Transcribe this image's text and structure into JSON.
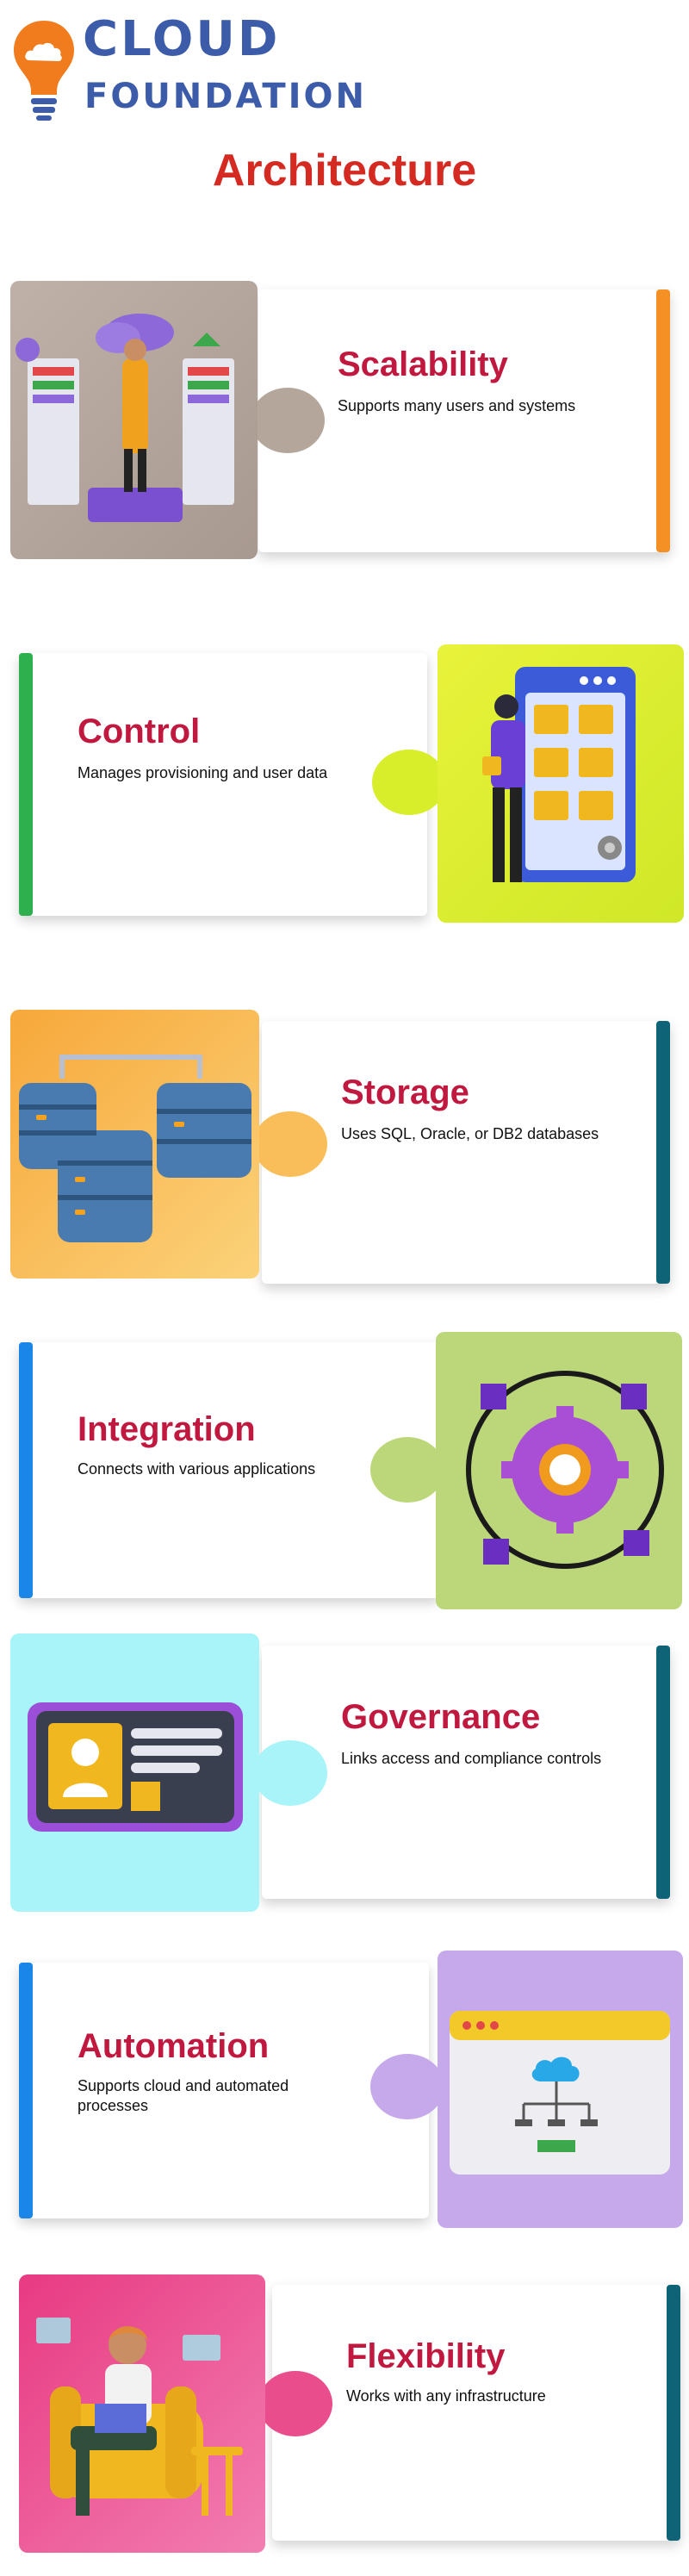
{
  "brand": {
    "line1": "CLOUD",
    "line2": "FOUNDATION",
    "color": "#3c5ba8",
    "bulb_color": "#f07c1e"
  },
  "title": "Architecture",
  "title_color": "#d42a22",
  "items": [
    {
      "title": "Scalability",
      "description": "Supports many users and systems",
      "accent": "#f59124",
      "tile_color": "#b5a69c",
      "illustration": "server-rack-person-illustration"
    },
    {
      "title": "Control",
      "description": "Manages provisioning and user data",
      "accent": "#2fb04f",
      "tile_color": "#d8ee2a",
      "illustration": "person-dashboard-illustration"
    },
    {
      "title": "Storage",
      "description": "Uses SQL, Oracle, or DB2 databases",
      "accent": "#0e6376",
      "tile_color": "#f9bd59",
      "illustration": "database-cylinders-illustration"
    },
    {
      "title": "Integration",
      "description": "Connects with various applications",
      "accent": "#1a87e8",
      "tile_color": "#bcd77a",
      "illustration": "gear-network-illustration"
    },
    {
      "title": "Governance",
      "description": "Links access and compliance controls",
      "accent": "#0e6376",
      "tile_color": "#a8f4f8",
      "illustration": "id-card-illustration"
    },
    {
      "title": "Automation",
      "description": "Supports cloud and automated processes",
      "accent": "#1a87e8",
      "tile_color": "#c6a9ea",
      "illustration": "cloud-flowchart-window-illustration"
    },
    {
      "title": "Flexibility",
      "description": "Works with any infrastructure",
      "accent": "#0e6376",
      "tile_color": "#ea4d8c",
      "illustration": "woman-laptop-illustration"
    }
  ]
}
